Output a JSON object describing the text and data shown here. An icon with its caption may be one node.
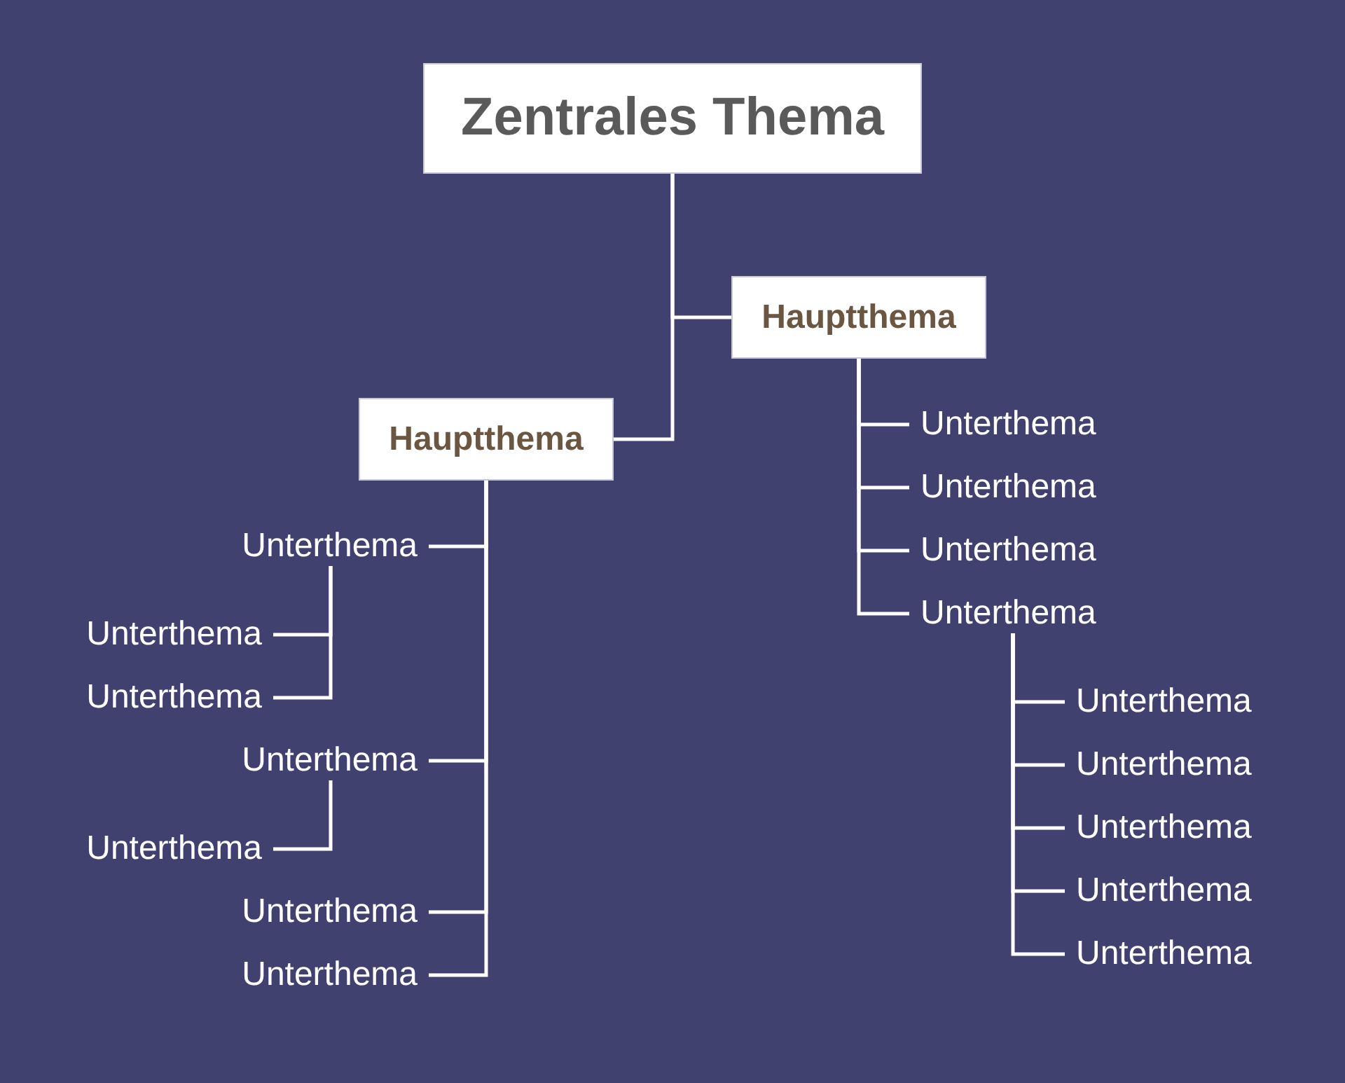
{
  "diagram": {
    "nodes": [
      {
        "text": [
          "Zentrales Thema"
        ]
      },
      {
        "text": [
          "Hauptthema"
        ]
      },
      {
        "text": [
          "Hauptthema"
        ]
      },
      {
        "text": [
          "Unterthema"
        ]
      },
      {
        "text": [
          "Unterthema"
        ]
      },
      {
        "text": [
          "Unterthema"
        ]
      },
      {
        "text": [
          "Unterthema"
        ]
      },
      {
        "text": [
          "Unterthema"
        ]
      },
      {
        "text": [
          "Unterthema"
        ]
      },
      {
        "text": [
          "Unterthema"
        ]
      },
      {
        "text": [
          "Unterthema"
        ]
      },
      {
        "text": [
          "Unterthema"
        ]
      },
      {
        "text": [
          "Unterthema"
        ]
      },
      {
        "text": [
          "Unterthema"
        ]
      },
      {
        "text": [
          "Unterthema"
        ]
      },
      {
        "text": [
          "Unterthema"
        ]
      },
      {
        "text": [
          "Unterthema"
        ]
      },
      {
        "text": [
          "Unterthema"
        ]
      },
      {
        "text": [
          "Unterthema"
        ]
      }
    ],
    "edges": [
      {
        "from": 0,
        "to": 1,
        "arrow": "none"
      },
      {
        "from": 0,
        "to": 2,
        "arrow": "none"
      },
      {
        "from": 1,
        "to": 3,
        "arrow": "none"
      },
      {
        "from": 1,
        "to": 4,
        "arrow": "none"
      },
      {
        "from": 1,
        "to": 5,
        "arrow": "none"
      },
      {
        "from": 1,
        "to": 6,
        "arrow": "none"
      },
      {
        "from": 6,
        "to": 7,
        "arrow": "none"
      },
      {
        "from": 6,
        "to": 8,
        "arrow": "none"
      },
      {
        "from": 6,
        "to": 9,
        "arrow": "none"
      },
      {
        "from": 6,
        "to": 10,
        "arrow": "none"
      },
      {
        "from": 6,
        "to": 11,
        "arrow": "none"
      },
      {
        "from": 2,
        "to": 12,
        "arrow": "none"
      },
      {
        "from": 12,
        "to": 13,
        "arrow": "none"
      },
      {
        "from": 12,
        "to": 14,
        "arrow": "none"
      },
      {
        "from": 2,
        "to": 15,
        "arrow": "none"
      },
      {
        "from": 15,
        "to": 16,
        "arrow": "none"
      },
      {
        "from": 2,
        "to": 17,
        "arrow": "none"
      },
      {
        "from": 2,
        "to": 18,
        "arrow": "none"
      }
    ]
  }
}
